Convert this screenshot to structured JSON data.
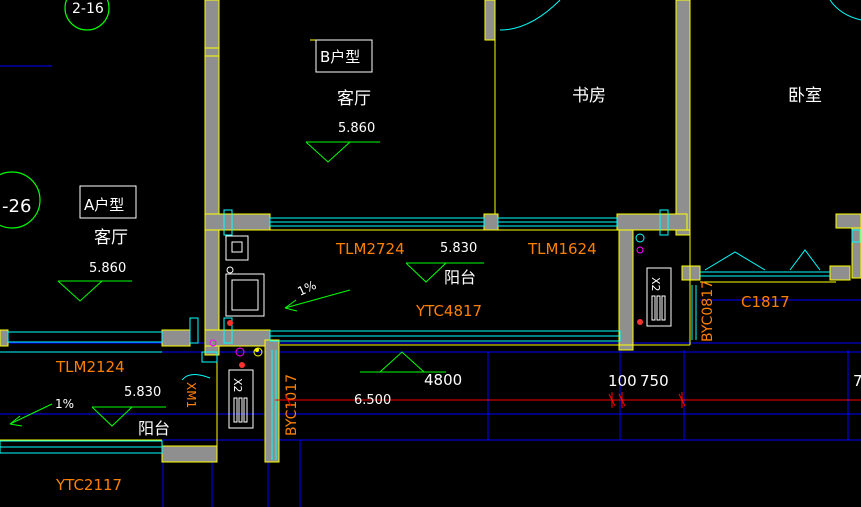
{
  "grid_bubbles": {
    "top": "2-16",
    "left": "-26"
  },
  "rooms": {
    "b_type": "B户型",
    "b_living": "客厅",
    "b_level": "5.860",
    "study": "书房",
    "bedroom": "卧室",
    "a_type": "A户型",
    "a_living": "客厅",
    "a_level": "5.860",
    "balcony_mid": "阳台",
    "balcony_mid_level": "5.830",
    "balcony_left": "阳台",
    "balcony_left_level": "5.830"
  },
  "slopes": {
    "mid": "1%",
    "left": "1%"
  },
  "doors_windows": {
    "tlm2724": "TLM2724",
    "tlm1624": "TLM1624",
    "tlm2124": "TLM2124",
    "ytc4817": "YTC4817",
    "ytc2117": "YTC2117",
    "c1817": "C1817",
    "byc0817": "BYC0817",
    "byc1017": "BYC1017",
    "xm1": "XM1"
  },
  "equipment": {
    "cabinet_mid": "X2",
    "cabinet_left": "X2"
  },
  "dimensions": {
    "d4800": "4800",
    "d6500": "6.500",
    "d100": "100",
    "d750": "750",
    "right_cut": "7"
  },
  "colors": {
    "background": "#000000",
    "wall_fill": "#8f8f8f",
    "wall_outline": "#ffff00",
    "window": "#00ffff",
    "level_symbol": "#00ff00",
    "axis": "#0000ff",
    "dimension": "#ff0000",
    "door_label": "#ff8000",
    "room_text": "#ffffff"
  }
}
